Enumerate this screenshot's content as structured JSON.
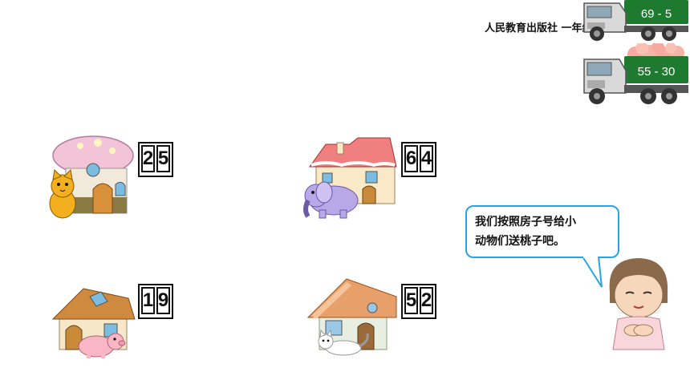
{
  "header": {
    "publisher": "人民教育出版社 一年级"
  },
  "trucks": [
    {
      "label": "69 - 5",
      "icon": "peach-truck-icon"
    },
    {
      "label": "55 - 30",
      "icon": "peach-truck-icon"
    }
  ],
  "houses": [
    {
      "number_digits": [
        "2",
        "5"
      ],
      "animal": "cat",
      "house": "mushroom-house"
    },
    {
      "number_digits": [
        "6",
        "4"
      ],
      "animal": "elephant",
      "house": "castle-house"
    },
    {
      "number_digits": [
        "1",
        "9"
      ],
      "animal": "pig",
      "house": "cottage-house"
    },
    {
      "number_digits": [
        "5",
        "2"
      ],
      "animal": "white-cat",
      "house": "cabin-house"
    }
  ],
  "speech": {
    "line1": "我们按照房子号给小",
    "line2": "动物们送桃子吧。"
  },
  "colors": {
    "bubble_border": "#2aa3e6",
    "truck_cargo": "#1d7a2f"
  }
}
